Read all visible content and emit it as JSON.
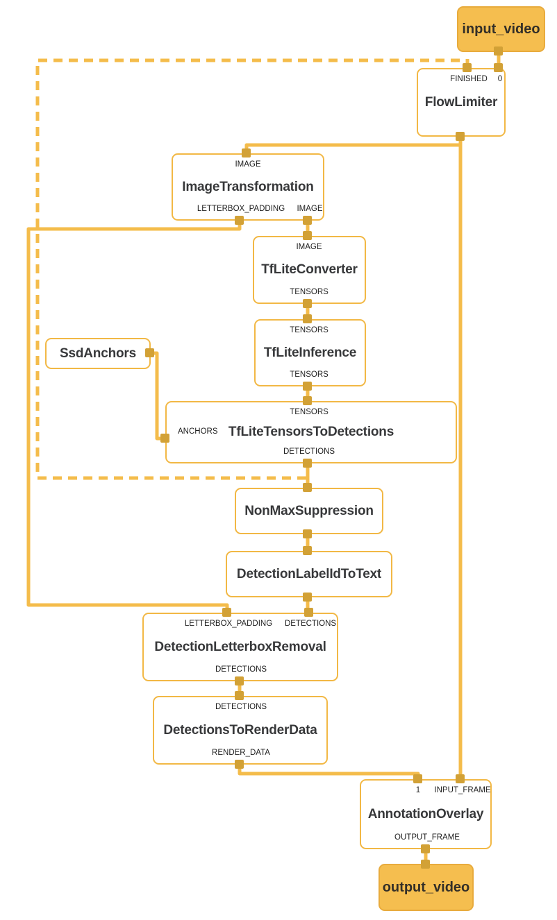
{
  "diagram": {
    "type": "mediapipe-calculator-graph",
    "colors": {
      "edge": "#F4BC4B",
      "node_border": "#F2B845",
      "port": "#D2A136",
      "stream_fill": "#F5BE4F",
      "stream_border": "#E8AB3D",
      "title_text": "#37383a",
      "label_text": "#1d1d1d"
    },
    "nodes": {
      "input_video": {
        "kind": "stream",
        "label": "input_video"
      },
      "flow_limiter": {
        "kind": "calculator",
        "title": "FlowLimiter",
        "top_ports": [
          "FINISHED",
          "0"
        ]
      },
      "image_transformation": {
        "kind": "calculator",
        "title": "ImageTransformation",
        "top_ports": [
          "IMAGE"
        ],
        "bottom_ports": [
          "LETTERBOX_PADDING",
          "IMAGE"
        ]
      },
      "tflite_converter": {
        "kind": "calculator",
        "title": "TfLiteConverter",
        "top_ports": [
          "IMAGE"
        ],
        "bottom_ports": [
          "TENSORS"
        ]
      },
      "tflite_inference": {
        "kind": "calculator",
        "title": "TfLiteInference",
        "top_ports": [
          "TENSORS"
        ],
        "bottom_ports": [
          "TENSORS"
        ]
      },
      "ssd_anchors": {
        "kind": "calculator",
        "title": "SsdAnchors"
      },
      "tflite_tensors_to_detections": {
        "kind": "calculator",
        "title": "TfLiteTensorsToDetections",
        "top_ports": [
          "TENSORS"
        ],
        "left_ports": [
          "ANCHORS"
        ],
        "bottom_ports": [
          "DETECTIONS"
        ]
      },
      "non_max_suppression": {
        "kind": "calculator",
        "title": "NonMaxSuppression"
      },
      "detection_label_id_to_text": {
        "kind": "calculator",
        "title": "DetectionLabelIdToText"
      },
      "detection_letterbox_removal": {
        "kind": "calculator",
        "title": "DetectionLetterboxRemoval",
        "top_ports": [
          "LETTERBOX_PADDING",
          "DETECTIONS"
        ],
        "bottom_ports": [
          "DETECTIONS"
        ]
      },
      "detections_to_render_data": {
        "kind": "calculator",
        "title": "DetectionsToRenderData",
        "top_ports": [
          "DETECTIONS"
        ],
        "bottom_ports": [
          "RENDER_DATA"
        ]
      },
      "annotation_overlay": {
        "kind": "calculator",
        "title": "AnnotationOverlay",
        "top_ports": [
          "1",
          "INPUT_FRAME"
        ],
        "bottom_ports": [
          "OUTPUT_FRAME"
        ]
      },
      "output_video": {
        "kind": "stream",
        "label": "output_video"
      }
    },
    "edges": [
      {
        "from": "input_video",
        "to": "flow_limiter:0",
        "style": "solid"
      },
      {
        "from": "flow_limiter",
        "to": "annotation_overlay:INPUT_FRAME",
        "style": "solid"
      },
      {
        "from": "flow_limiter",
        "to": "image_transformation:IMAGE",
        "style": "solid"
      },
      {
        "from": "image_transformation:IMAGE",
        "to": "tflite_converter:IMAGE",
        "style": "solid"
      },
      {
        "from": "image_transformation:LETTERBOX_PADDING",
        "to": "detection_letterbox_removal:LETTERBOX_PADDING",
        "style": "solid"
      },
      {
        "from": "tflite_converter:TENSORS",
        "to": "tflite_inference:TENSORS",
        "style": "solid"
      },
      {
        "from": "tflite_inference:TENSORS",
        "to": "tflite_tensors_to_detections:TENSORS",
        "style": "solid"
      },
      {
        "from": "ssd_anchors",
        "to": "tflite_tensors_to_detections:ANCHORS",
        "style": "solid"
      },
      {
        "from": "tflite_tensors_to_detections:DETECTIONS",
        "to": "non_max_suppression",
        "style": "solid"
      },
      {
        "from": "tflite_tensors_to_detections:DETECTIONS",
        "to": "flow_limiter:FINISHED",
        "style": "dashed"
      },
      {
        "from": "non_max_suppression",
        "to": "detection_label_id_to_text",
        "style": "solid"
      },
      {
        "from": "detection_label_id_to_text",
        "to": "detection_letterbox_removal:DETECTIONS",
        "style": "solid"
      },
      {
        "from": "detection_letterbox_removal:DETECTIONS",
        "to": "detections_to_render_data:DETECTIONS",
        "style": "solid"
      },
      {
        "from": "detections_to_render_data:RENDER_DATA",
        "to": "annotation_overlay:1",
        "style": "solid"
      },
      {
        "from": "annotation_overlay:OUTPUT_FRAME",
        "to": "output_video",
        "style": "solid"
      }
    ]
  }
}
